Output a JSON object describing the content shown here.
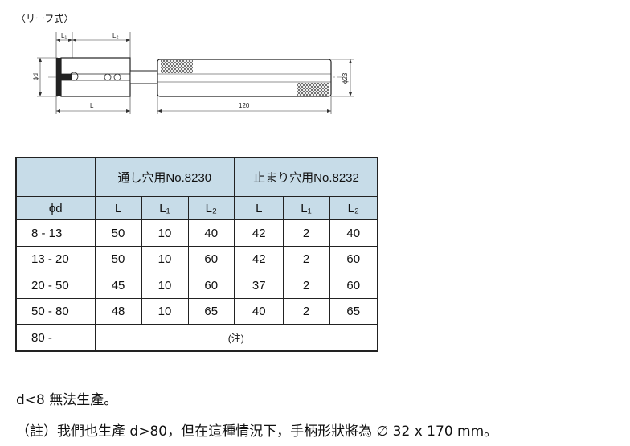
{
  "figure": {
    "title": "〈リーフ式〉",
    "labels": {
      "L1": "L₁",
      "L2": "L₂",
      "L": "L",
      "length": "120",
      "phi_d": "ϕd",
      "phi_23": "ϕ23"
    }
  },
  "table": {
    "group_headers": [
      "通し穴用No.8230",
      "止まり穴用No.8232"
    ],
    "sub_headers": [
      "ϕd",
      "L",
      "L₁",
      "L₂",
      "L",
      "L₁",
      "L₂"
    ],
    "rows": [
      [
        "8 - 13",
        "50",
        "10",
        "40",
        "42",
        "2",
        "40"
      ],
      [
        "13 - 20",
        "50",
        "10",
        "60",
        "42",
        "2",
        "60"
      ],
      [
        "20 - 50",
        "45",
        "10",
        "60",
        "37",
        "2",
        "60"
      ],
      [
        "50 - 80",
        "48",
        "10",
        "65",
        "40",
        "2",
        "65"
      ]
    ],
    "last_row": {
      "d": "80 -",
      "note": "(注)"
    }
  },
  "footnotes": [
    "d<8 無法生產。",
    "（註）我們也生產 d>80，但在這種情況下，手柄形狀將為 ∅ 32 x 170 mm。"
  ]
}
